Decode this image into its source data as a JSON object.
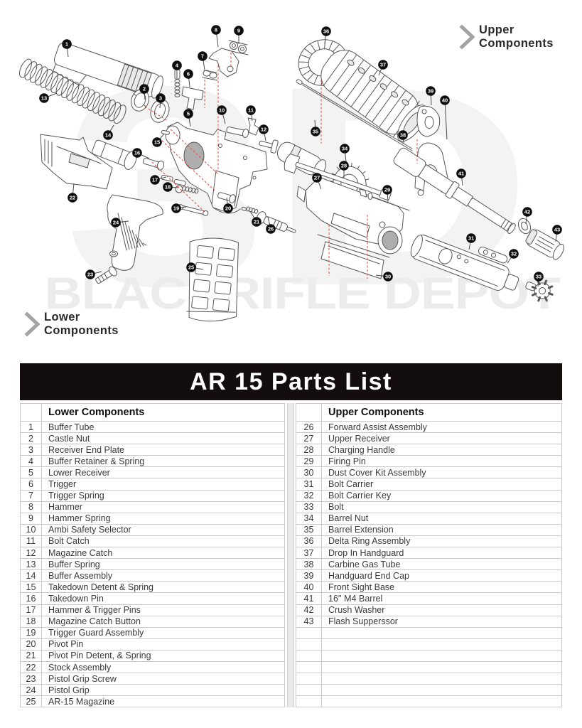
{
  "diagram": {
    "upper_label": {
      "line1": "Upper",
      "line2": "Components"
    },
    "lower_label": {
      "line1": "Lower",
      "line2": "Components"
    },
    "watermark_big": "3D",
    "watermark_text": "BLACKRIFLE DEPOT",
    "callout_color": "#0d0d0d",
    "leader_color": "#4a4a4a",
    "dash_color": "#e0493a",
    "callouts": [
      [
        1,
        94,
        62,
        96,
        80
      ],
      [
        2,
        203,
        125,
        204,
        140
      ],
      [
        3,
        226,
        138,
        225,
        152
      ],
      [
        4,
        249,
        92,
        249,
        110
      ],
      [
        5,
        265,
        160,
        268,
        178
      ],
      [
        6,
        265,
        104,
        267,
        122
      ],
      [
        7,
        285,
        79,
        288,
        98
      ],
      [
        8,
        304,
        42,
        307,
        66
      ],
      [
        9,
        336,
        43,
        336,
        62
      ],
      [
        10,
        312,
        155,
        317,
        174
      ],
      [
        11,
        353,
        155,
        355,
        170
      ],
      [
        12,
        371,
        182,
        374,
        198
      ],
      [
        13,
        62,
        138,
        80,
        131
      ],
      [
        14,
        152,
        190,
        160,
        176
      ],
      [
        15,
        221,
        200,
        231,
        188
      ],
      [
        16,
        193,
        215,
        210,
        223
      ],
      [
        17,
        218,
        253,
        234,
        249
      ],
      [
        18,
        236,
        263,
        251,
        264
      ],
      [
        19,
        248,
        293,
        262,
        291
      ],
      [
        20,
        321,
        293,
        319,
        278
      ],
      [
        21,
        361,
        312,
        352,
        297
      ],
      [
        22,
        102,
        278,
        104,
        258
      ],
      [
        23,
        127,
        386,
        143,
        382
      ],
      [
        24,
        163,
        313,
        181,
        311
      ],
      [
        25,
        269,
        376,
        286,
        379
      ],
      [
        26,
        381,
        322,
        377,
        305
      ],
      [
        27,
        446,
        250,
        452,
        266
      ],
      [
        28,
        484,
        233,
        484,
        250
      ],
      [
        29,
        545,
        267,
        546,
        285
      ],
      [
        30,
        546,
        389,
        529,
        387
      ],
      [
        31,
        663,
        335,
        660,
        351
      ],
      [
        32,
        723,
        357,
        714,
        370
      ],
      [
        33,
        758,
        389,
        757,
        403
      ],
      [
        34,
        485,
        209,
        487,
        227
      ],
      [
        35,
        444,
        185,
        443,
        169
      ],
      [
        36,
        459,
        44,
        457,
        62
      ],
      [
        37,
        539,
        91,
        533,
        106
      ],
      [
        38,
        567,
        190,
        568,
        202
      ],
      [
        39,
        606,
        128,
        607,
        148
      ],
      [
        40,
        626,
        141,
        629,
        196
      ],
      [
        41,
        649,
        244,
        651,
        261
      ],
      [
        42,
        742,
        298,
        740,
        315
      ],
      [
        43,
        784,
        323,
        782,
        340
      ]
    ]
  },
  "parts_list": {
    "title": "AR 15 Parts List",
    "left": {
      "header": "Lower Components",
      "rows": [
        {
          "num": "1",
          "name": "Buffer Tube"
        },
        {
          "num": "2",
          "name": "Castle Nut"
        },
        {
          "num": "3",
          "name": "Receiver End Plate"
        },
        {
          "num": "4",
          "name": "Buffer Retainer & Spring"
        },
        {
          "num": "5",
          "name": "Lower Receiver"
        },
        {
          "num": "6",
          "name": "Trigger"
        },
        {
          "num": "7",
          "name": "Trigger Spring"
        },
        {
          "num": "8",
          "name": "Hammer"
        },
        {
          "num": "9",
          "name": "Hammer Spring"
        },
        {
          "num": "10",
          "name": "Ambi Safety Selector"
        },
        {
          "num": "11",
          "name": "Bolt Catch"
        },
        {
          "num": "12",
          "name": "Magazine Catch"
        },
        {
          "num": "13",
          "name": "Buffer Spring"
        },
        {
          "num": "14",
          "name": "Buffer Assembly"
        },
        {
          "num": "15",
          "name": "Takedown Detent & Spring"
        },
        {
          "num": "16",
          "name": "Takedown Pin"
        },
        {
          "num": "17",
          "name": "Hammer & Trigger Pins"
        },
        {
          "num": "18",
          "name": "Magazine Catch Button"
        },
        {
          "num": "19",
          "name": "Trigger Guard Assembly"
        },
        {
          "num": "20",
          "name": "Pivot Pin"
        },
        {
          "num": "21",
          "name": "Pivot Pin Detent, & Spring"
        },
        {
          "num": "22",
          "name": "Stock Assembly"
        },
        {
          "num": "23",
          "name": "Pistol Grip Screw"
        },
        {
          "num": "24",
          "name": "Pistol Grip"
        },
        {
          "num": "25",
          "name": "AR-15 Magazine"
        }
      ],
      "empty_rows": 0
    },
    "right": {
      "header": "Upper Components",
      "rows": [
        {
          "num": "26",
          "name": "Forward Assist Assembly"
        },
        {
          "num": "27",
          "name": "Upper Receiver"
        },
        {
          "num": "28",
          "name": "Charging Handle"
        },
        {
          "num": "29",
          "name": "Firing Pin"
        },
        {
          "num": "30",
          "name": "Dust Cover Kit Assembly"
        },
        {
          "num": "31",
          "name": "Bolt Carrier"
        },
        {
          "num": "32",
          "name": "Bolt Carrier Key"
        },
        {
          "num": "33",
          "name": "Bolt"
        },
        {
          "num": "34",
          "name": "Barrel Nut"
        },
        {
          "num": "35",
          "name": "Barrel Extension"
        },
        {
          "num": "36",
          "name": "Delta Ring Assembly"
        },
        {
          "num": "37",
          "name": "Drop In Handguard"
        },
        {
          "num": "38",
          "name": "Carbine Gas Tube"
        },
        {
          "num": "39",
          "name": "Handguard End Cap"
        },
        {
          "num": "40",
          "name": "Front Sight Base"
        },
        {
          "num": "41",
          "name": "16'' M4 Barrel"
        },
        {
          "num": "42",
          "name": "Crush Washer"
        },
        {
          "num": "43",
          "name": "Flash Supperssor"
        }
      ],
      "empty_rows": 7
    }
  }
}
